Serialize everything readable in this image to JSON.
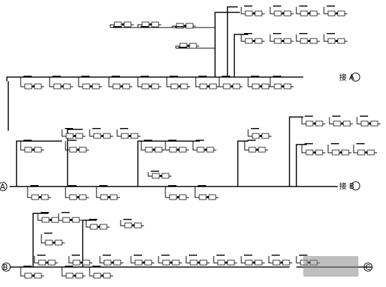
{
  "diagram": {
    "riser_labels": {
      "a_right": "接 A",
      "a_left": "A",
      "b_right": "接 B",
      "b_left": "B",
      "c_right": "C"
    }
  }
}
